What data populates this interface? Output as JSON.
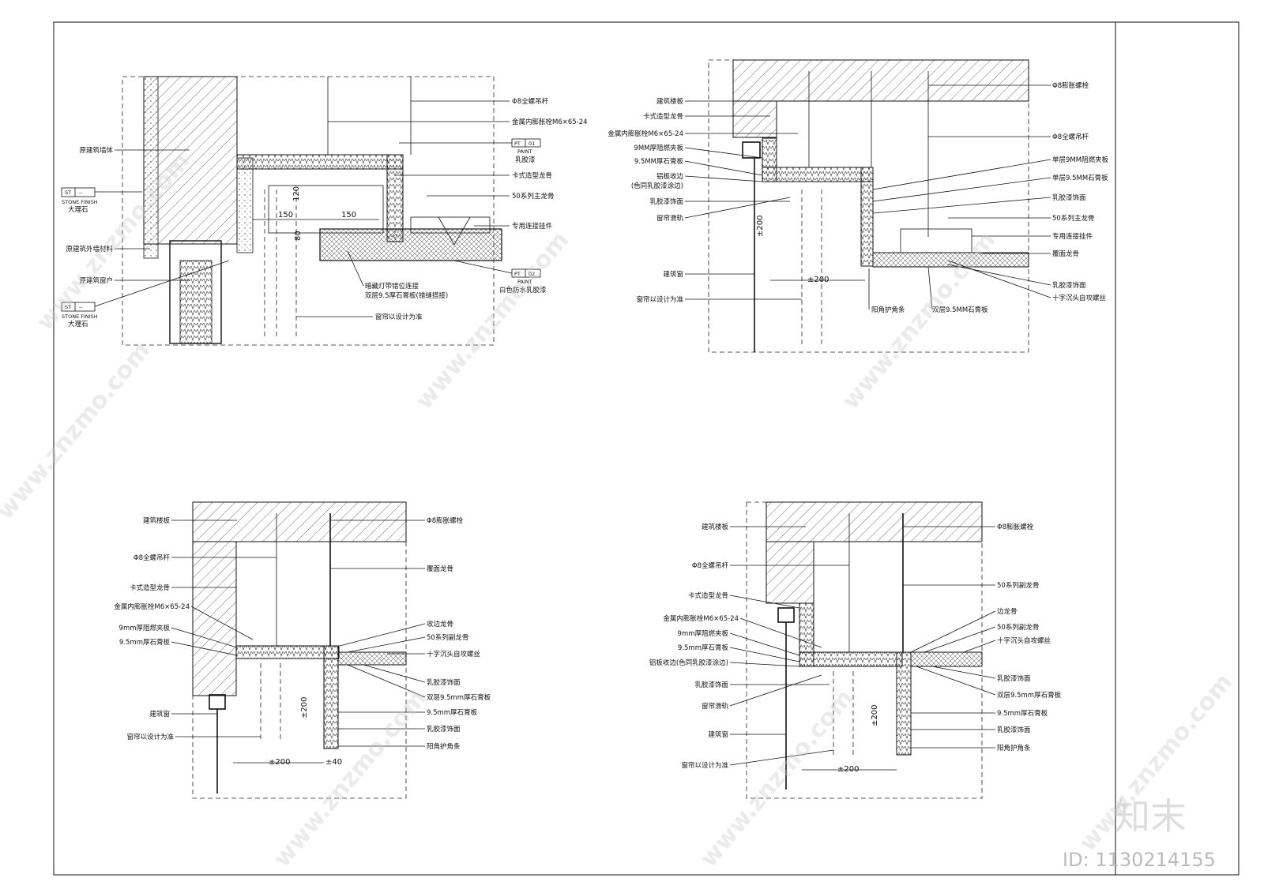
{
  "detail1": {
    "labels_left": [
      "原建筑墙体",
      "原建筑外墙材料",
      "原建筑窗户"
    ],
    "tag1": {
      "code": "ST",
      "num": "--",
      "sub": "STONE FINISH",
      "name": "大理石"
    },
    "tag2": {
      "code": "ST",
      "num": "--",
      "sub": "STONE FINISH",
      "name": "大理石"
    },
    "labels_right": [
      "Φ8全螺吊杆",
      "金属内膨胀栓M6×65-24",
      "卡式造型龙骨",
      "50系列主龙骨",
      "专用连接挂件"
    ],
    "paint1": {
      "code": "PT",
      "num": "01",
      "sub": "PAINT",
      "name": "乳胶漆"
    },
    "paint2": {
      "code": "PT",
      "num": "02",
      "sub": "PAINT",
      "name": "白色防水乳胶漆"
    },
    "labels_bottom": [
      "暗藏灯带错位连接",
      "双层9.5厚石膏板(错缝搭接)",
      "窗帘以设计为准"
    ],
    "dims": [
      "150",
      "150",
      "120",
      "80"
    ]
  },
  "detail2": {
    "labels_left": [
      "建筑楼板",
      "卡式造型龙骨",
      "金属内膨胀栓M6×65-24",
      "9MM厚阻燃夹板",
      "9.5MM厚石膏板",
      "铝板收边",
      "(色同乳胶漆涂边)",
      "乳胶漆饰面",
      "窗帘滑轨",
      "建筑窗",
      "窗帘以设计为准"
    ],
    "labels_right": [
      "Φ8膨胀螺栓",
      "Φ8全螺吊杆",
      "单层9MM阻燃夹板",
      "单层9.5MM石膏板",
      "乳胶漆饰面",
      "50系列主龙骨",
      "专用连接挂件",
      "覆面龙骨",
      "乳胶漆饰面",
      "十字沉头自攻螺丝"
    ],
    "labels_bottom": [
      "阳角护角条",
      "双层9.5MM石膏板"
    ],
    "dims": [
      "±200",
      "±200"
    ]
  },
  "detail3": {
    "labels_left": [
      "建筑楼板",
      "Φ8全螺吊杆",
      "卡式造型龙骨",
      "金属内膨胀栓M6×65-24",
      "9mm厚阻燃夹板",
      "9.5mm厚石膏板",
      "建筑窗",
      "窗帘以设计为准"
    ],
    "labels_right": [
      "Φ8膨胀螺栓",
      "覆面龙骨",
      "收边龙骨",
      "50系列副龙骨",
      "十字沉头自攻螺丝",
      "乳胶漆饰面",
      "双层9.5mm厚石膏板",
      "9.5mm厚石膏板",
      "乳胶漆饰面",
      "阳角护角条"
    ],
    "dims": [
      "±200",
      "±200",
      "±40"
    ]
  },
  "detail4": {
    "labels_left": [
      "建筑楼板",
      "Φ8全螺吊杆",
      "卡式造型龙骨",
      "金属内膨胀栓M6×65-24",
      "9mm厚阻燃夹板",
      "9.5mm厚石膏板",
      "铝板收边(色同乳胶漆涂边)",
      "乳胶漆饰面",
      "窗帘滑轨",
      "建筑窗",
      "窗帘以设计为准"
    ],
    "labels_right": [
      "Φ8膨胀螺栓",
      "50系列副龙骨",
      "边龙骨",
      "50系列副龙骨",
      "十字沉头自攻螺丝",
      "乳胶漆饰面",
      "双层9.5mm厚石膏板",
      "9.5mm厚石膏板",
      "乳胶漆饰面",
      "阳角护角条"
    ],
    "dims": [
      "±200",
      "±200"
    ]
  },
  "watermark": {
    "text": "www.znzmo.com",
    "brand": "知末",
    "id": "ID: 1130214155"
  }
}
